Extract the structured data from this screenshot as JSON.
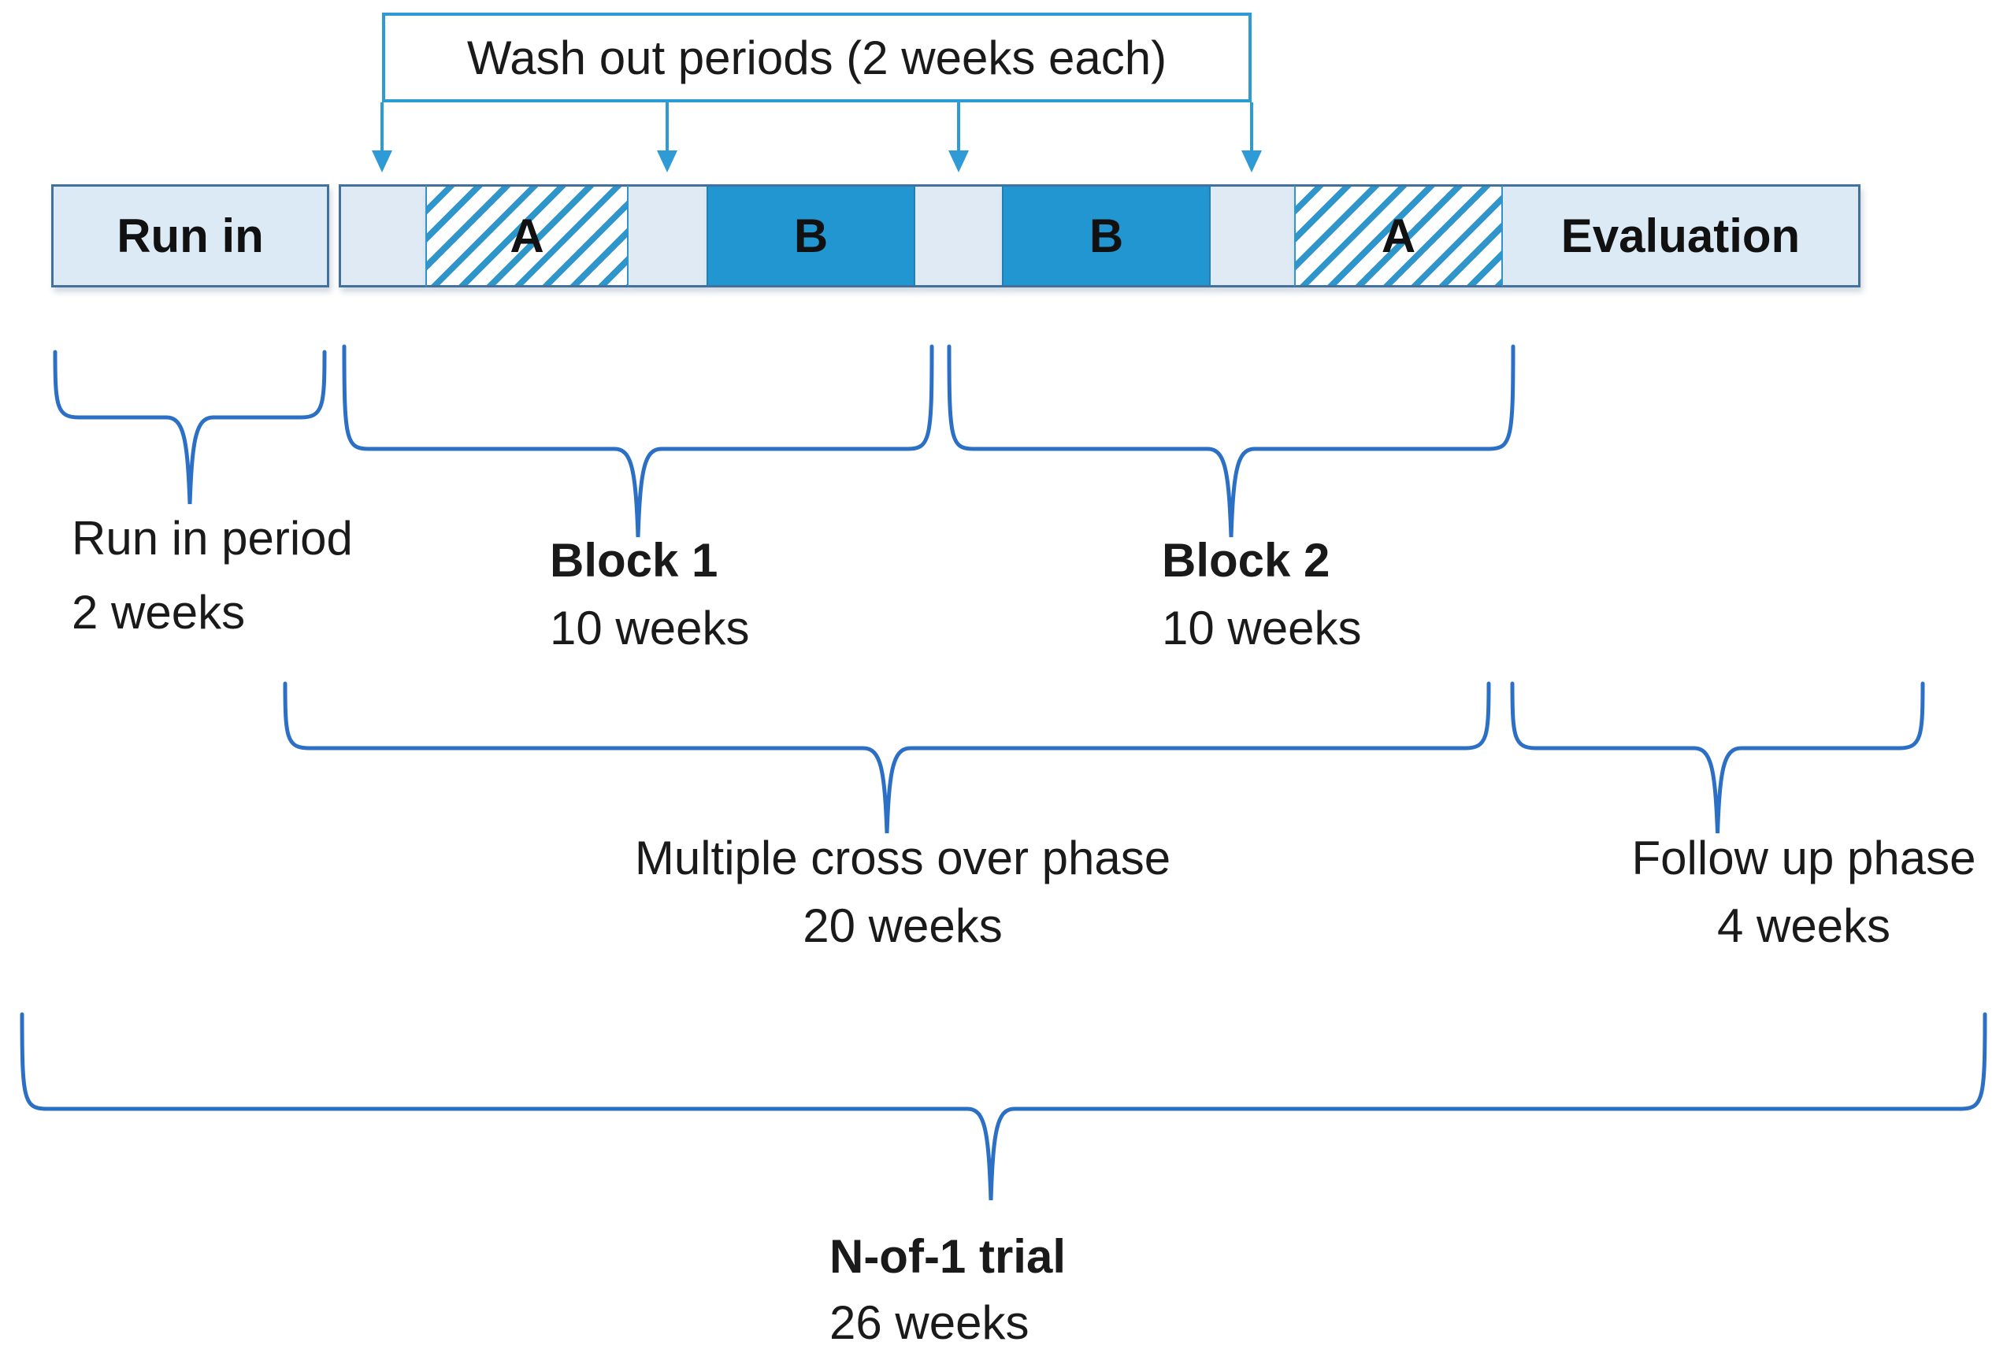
{
  "washout_note": {
    "text": "Wash out periods (2 weeks each)"
  },
  "timeline": {
    "segments": [
      {
        "name": "run-in",
        "label": "Run in",
        "kind": "period"
      },
      {
        "name": "washout-1",
        "label": "",
        "kind": "washout"
      },
      {
        "name": "treatment-a-1",
        "label": "A",
        "kind": "treatment-a"
      },
      {
        "name": "washout-2",
        "label": "",
        "kind": "washout"
      },
      {
        "name": "treatment-b-1",
        "label": "B",
        "kind": "treatment-b"
      },
      {
        "name": "washout-3",
        "label": "",
        "kind": "washout"
      },
      {
        "name": "treatment-b-2",
        "label": "B",
        "kind": "treatment-b"
      },
      {
        "name": "washout-4",
        "label": "",
        "kind": "washout"
      },
      {
        "name": "treatment-a-2",
        "label": "A",
        "kind": "treatment-a"
      },
      {
        "name": "evaluation",
        "label": "Evaluation",
        "kind": "period"
      }
    ]
  },
  "phases": [
    {
      "name": "run-in-period",
      "title": "Run in period",
      "duration": "2 weeks",
      "bold_title": false
    },
    {
      "name": "block-1",
      "title": "Block 1",
      "duration": "10 weeks",
      "bold_title": true
    },
    {
      "name": "block-2",
      "title": "Block 2",
      "duration": "10 weeks",
      "bold_title": true
    },
    {
      "name": "multiple-cross-over-phase",
      "title": "Multiple cross over phase",
      "duration": "20 weeks",
      "bold_title": false
    },
    {
      "name": "follow-up-phase",
      "title": "Follow up phase",
      "duration": "4 weeks",
      "bold_title": false
    },
    {
      "name": "n-of-1-trial",
      "title": "N-of-1 trial",
      "duration": "26 weeks",
      "bold_title": true
    }
  ],
  "colors": {
    "light_fill": "#dceaf5",
    "solid_fill": "#2196d1",
    "hatch_stroke": "#2f96cc",
    "bar_border": "#41719c",
    "brace_stroke": "#2c70c6",
    "arrow_stroke": "#2e9bd6",
    "text": "#1a1a1a"
  }
}
